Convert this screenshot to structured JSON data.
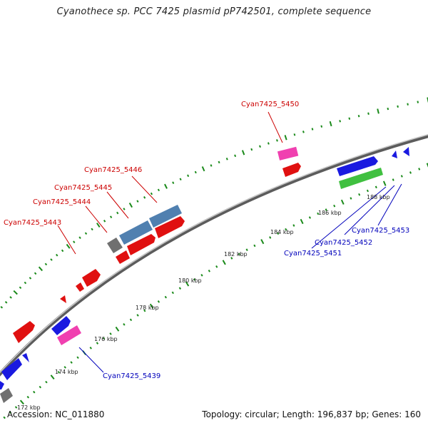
{
  "title": "Cyanothece sp. PCC 7425 plasmid pP742501, complete sequence",
  "footer": {
    "accession": "Accession: NC_011880",
    "summary": "Topology: circular; Length: 196,837 bp; Genes: 160"
  },
  "colors": {
    "backbone": "#8a8a8a",
    "tick_marks": "#1a8a1a",
    "gene_red": "#e01010",
    "gene_blue": "#1a1ae0",
    "gene_pink": "#f040b0",
    "gene_green": "#40c040",
    "gene_gray": "#707070",
    "gene_steel": "#5080b0",
    "label_red": "#cc0000",
    "label_blue": "#0000bb"
  },
  "position_labels": [
    "172 kbp",
    "174 kbp",
    "176 kbp",
    "178 kbp",
    "180 kbp",
    "182 kbp",
    "184 kbp",
    "186 kbp",
    "188 kbp"
  ],
  "gene_labels": [
    {
      "text": "Cyan7425_5450",
      "color": "label_red"
    },
    {
      "text": "Cyan7425_5446",
      "color": "label_red"
    },
    {
      "text": "Cyan7425_5445",
      "color": "label_red"
    },
    {
      "text": "Cyan7425_5444",
      "color": "label_red"
    },
    {
      "text": "Cyan7425_5443",
      "color": "label_red"
    },
    {
      "text": "Cyan7425_5453",
      "color": "label_blue"
    },
    {
      "text": "Cyan7425_5452",
      "color": "label_blue"
    },
    {
      "text": "Cyan7425_5451",
      "color": "label_blue"
    },
    {
      "text": "Cyan7425_5439",
      "color": "label_blue"
    }
  ]
}
